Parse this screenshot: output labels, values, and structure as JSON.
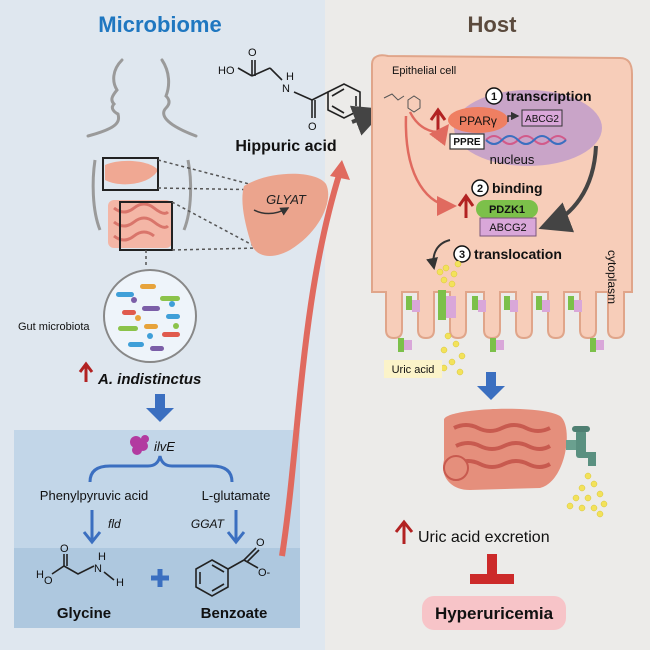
{
  "panels": {
    "microbiome_title": "Microbiome",
    "host_title": "Host"
  },
  "microbiome": {
    "gut_label": "Gut microbiota",
    "bacterium": "A. indistinctus",
    "enzyme_ilve": "ilvE",
    "phenylpyruvic": "Phenylpyruvic acid",
    "glutamate": "L-glutamate",
    "fld": "fld",
    "ggat": "GGAT",
    "glycine": "Glycine",
    "benzoate": "Benzoate",
    "glyat": "GLYAT"
  },
  "host": {
    "hippuric": "Hippuric acid",
    "epithelial": "Epithelial cell",
    "step1": "transcription",
    "step2": "binding",
    "step3": "translocation",
    "num1": "1",
    "num2": "2",
    "num3": "3",
    "ppar": "PPARγ",
    "ppre": "PPRE",
    "abcg2": "ABCG2",
    "pdzk1": "PDZK1",
    "nucleus": "nucleus",
    "cytoplasm": "cytoplasm",
    "uric_acid": "Uric acid",
    "excretion": "Uric acid excretion",
    "hyperuricemia": "Hyperuricemia"
  },
  "chem": {
    "ho": "HO",
    "o": "O",
    "n": "N",
    "h": "H",
    "o_minus": "O-"
  },
  "colors": {
    "microbiome_bg": "#dfe7ef",
    "host_bg": "#ecebe9",
    "pathway_bg": "#c2d6e8",
    "blue_arrow": "#3b6fc0",
    "red_arrow": "#e06a5f",
    "cell": "#f7cdb9",
    "ppar": "#ef7f62",
    "abcg2": "#d9a7d9",
    "pdzk1": "#7cc04a",
    "hyper_box": "#f7c4c8",
    "title_blue": "#1f77c0",
    "title_brown": "#5b4a3d"
  }
}
